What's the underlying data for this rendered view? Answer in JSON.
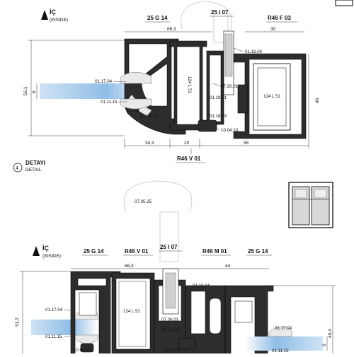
{
  "top": {
    "inside": {
      "label": "İÇ",
      "sub": "(INSIDE)"
    },
    "profiles": {
      "g14": "25 G 14",
      "i07": "25 I 07",
      "f03": "R46 F 03",
      "v01": "R46 V 01"
    },
    "dims": {
      "d66": "66,3",
      "d30": "30",
      "d56_1": "56,1",
      "d6": "6",
      "d46": "46",
      "d34": "34,3",
      "d20": "20",
      "d56": "56"
    },
    "sash": {
      "left": "124 L 51",
      "right": "124 L 51"
    },
    "callouts": {
      "c1": "01.17.04",
      "c2": "01.11.15",
      "c3": "01.04.10",
      "c4": "01.18.04",
      "c5": "07.26.01",
      "c6": "01.19.21",
      "c7": "01.18.03",
      "c8": "10.04.10"
    },
    "detail": {
      "number": "4",
      "title": "DETAYI",
      "sub": "DETAIL"
    }
  },
  "bottom": {
    "inside": {
      "label": "İÇ",
      "sub": "(INSIDE)"
    },
    "profiles": {
      "g14a": "25 G 14",
      "v01": "R46 V 01",
      "i07": "25 I 07",
      "m01": "R46 M 01",
      "g14b": "25 G 14"
    },
    "dims": {
      "d66": "66,3",
      "d44": "44",
      "d51": "51,2",
      "d40": "40,4",
      "d6": "6"
    },
    "sash": {
      "left": "124 L 51"
    },
    "callouts": {
      "c0": "07.05.25",
      "c1": "01.18.04",
      "c2": "01.17.04",
      "c3": "07.26.01",
      "c4": "01.19.21",
      "c5": "01.11.15",
      "c6": "01.17.04",
      "c7": "10.04.10",
      "c8": "01.18.03",
      "c9": "01.11.15"
    }
  }
}
